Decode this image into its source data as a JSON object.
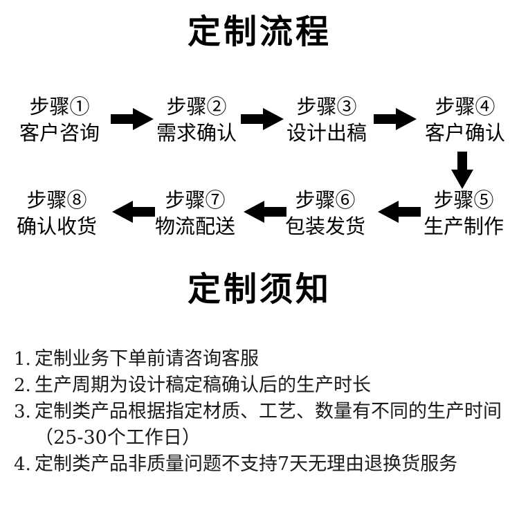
{
  "page": {
    "background_color": "#ffffff",
    "text_color": "#000000"
  },
  "process_section": {
    "title": "定制流程",
    "steps": [
      {
        "id": 1,
        "number_label": "步骤①",
        "name": "客户咨询"
      },
      {
        "id": 2,
        "number_label": "步骤②",
        "name": "需求确认"
      },
      {
        "id": 3,
        "number_label": "步骤③",
        "name": "设计出稿"
      },
      {
        "id": 4,
        "number_label": "步骤④",
        "name": "客户确认"
      },
      {
        "id": 5,
        "number_label": "步骤⑤",
        "name": "生产制作"
      },
      {
        "id": 6,
        "number_label": "步骤⑥",
        "name": "包装发货"
      },
      {
        "id": 7,
        "number_label": "步骤⑦",
        "name": "物流配送"
      },
      {
        "id": 8,
        "number_label": "步骤⑧",
        "name": "确认收货"
      }
    ],
    "connectors": [
      {
        "from": 1,
        "to": 2,
        "direction": "right"
      },
      {
        "from": 2,
        "to": 3,
        "direction": "right"
      },
      {
        "from": 3,
        "to": 4,
        "direction": "right"
      },
      {
        "from": 4,
        "to": 5,
        "direction": "down"
      },
      {
        "from": 5,
        "to": 6,
        "direction": "left"
      },
      {
        "from": 6,
        "to": 7,
        "direction": "left"
      },
      {
        "from": 7,
        "to": 8,
        "direction": "left"
      }
    ]
  },
  "notice_section": {
    "title": "定制须知",
    "items": [
      {
        "marker": "1.",
        "text": "定制业务下单前请咨询客服"
      },
      {
        "marker": "2.",
        "text": "生产周期为设计稿定稿确认后的生产时长"
      },
      {
        "marker": "3.",
        "text": "定制类产品根据指定材质、工艺、数量有不同的生产时间（25-30个工作日）"
      },
      {
        "marker": "4.",
        "text": "定制类产品非质量问题不支持7天无理由退换货服务"
      }
    ]
  }
}
